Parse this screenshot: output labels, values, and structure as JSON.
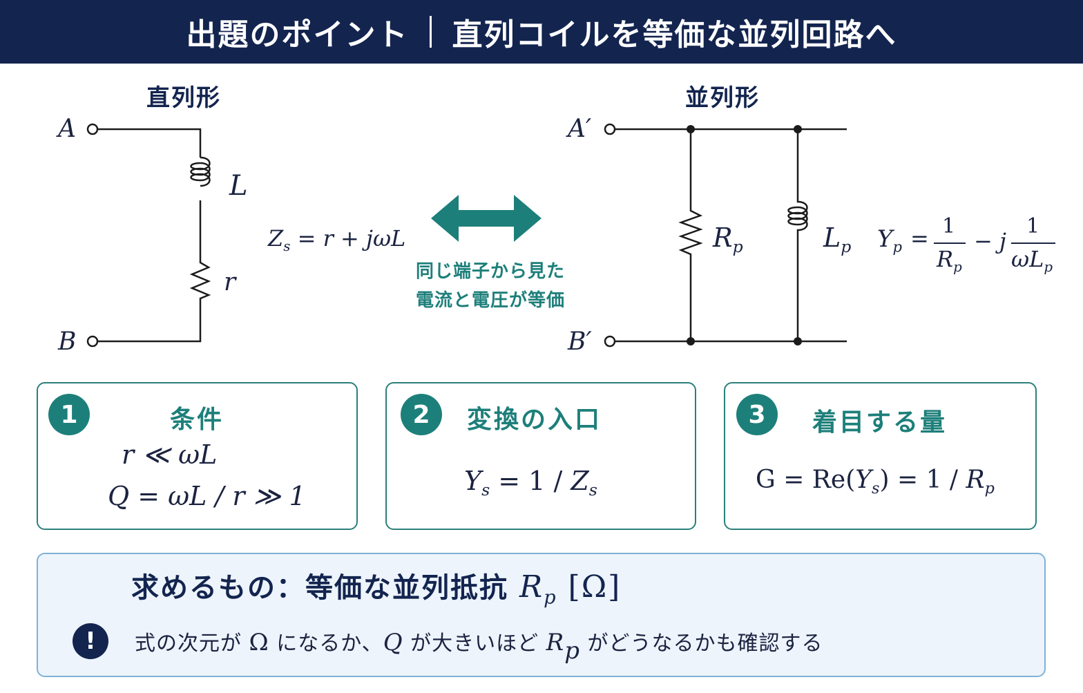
{
  "header": {
    "left": "出題のポイント",
    "right": "直列コイルを等価な並列回路へ"
  },
  "series": {
    "title": "直列形",
    "terminal_a": "A",
    "terminal_b": "B",
    "inductor_label": "L",
    "resistor_label": "r",
    "impedance_main": "Z",
    "impedance_sub": "s",
    "impedance_rhs": " = r + jωL"
  },
  "parallel": {
    "title": "並列形",
    "terminal_a": "A′",
    "terminal_b": "B′",
    "resistor_label": "R",
    "resistor_sub": "p",
    "inductor_label": "L",
    "inductor_sub": "p",
    "admittance_lhs": "Y",
    "admittance_lhs_sub": "p",
    "admittance_eq": "=",
    "frac1_num": "1",
    "frac1_den": "R",
    "frac1_den_sub": "p",
    "minus_j": "− j",
    "frac2_num": "1",
    "frac2_den": "ωL",
    "frac2_den_sub": "p"
  },
  "middle_note": {
    "line1": "同じ端子から見た",
    "line2": "電流と電圧が等価"
  },
  "cards": [
    {
      "number": "1",
      "title": "条件",
      "formula1": "r ≪ ωL",
      "formula2": "Q = ωL / r ≫ 1"
    },
    {
      "number": "2",
      "title": "変換の入口",
      "f_lhs": "Y",
      "f_lhs_sub": "s",
      "f_mid": " = 1 / ",
      "f_rhs": "Z",
      "f_rhs_sub": "s"
    },
    {
      "number": "3",
      "title": "着目する量",
      "f_a": "G = Re(",
      "f_b": "Y",
      "f_b_sub": "s",
      "f_c": ") = 1 / ",
      "f_d": "R",
      "f_d_sub": "p"
    }
  ],
  "goal": {
    "title": "求めるもの：等価な並列抵抗",
    "symbol": "R",
    "symbol_sub": "p",
    "unit": " [Ω]",
    "warn_icon": "!",
    "note_a": "式の次元が ",
    "note_omega": "Ω",
    "note_b": " になるか、",
    "note_q": "Q",
    "note_c": " が大きいほど ",
    "note_r": "R",
    "note_r_sub": "p",
    "note_d": " がどうなるかも確認する"
  },
  "colors": {
    "header_bg": "#13244f",
    "teal": "#1d7f7a",
    "navy": "#13244f",
    "goal_bg": "#edf4fb"
  }
}
